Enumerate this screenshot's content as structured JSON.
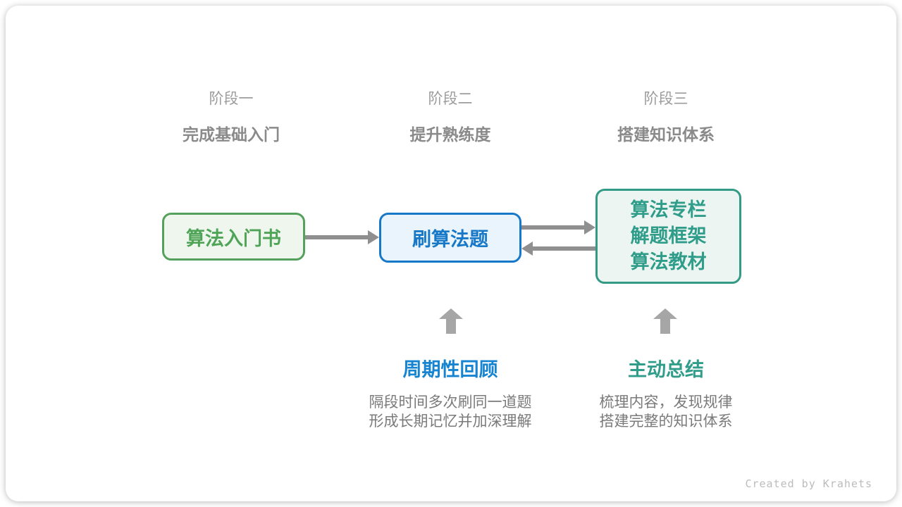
{
  "stages": [
    {
      "label": "阶段一",
      "title": "完成基础入门"
    },
    {
      "label": "阶段二",
      "title": "提升熟练度"
    },
    {
      "label": "阶段三",
      "title": "搭建知识体系"
    }
  ],
  "nodes": [
    {
      "id": "intro-book",
      "lines": [
        "算法入门书"
      ],
      "border_color": "#55a15c",
      "text_color": "#4fa457",
      "fill_color": "#eef6ee"
    },
    {
      "id": "practice-problems",
      "lines": [
        "刷算法题"
      ],
      "border_color": "#1878c8",
      "text_color": "#1878c8",
      "fill_color": "#eaf4fc"
    },
    {
      "id": "knowledge-sources",
      "lines": [
        "算法专栏",
        "解题框架",
        "算法教材"
      ],
      "border_color": "#339a85",
      "text_color": "#2f9d89",
      "fill_color": "#ecf5f1"
    }
  ],
  "connectors": {
    "horizontal_arrow_color": "#8f8f8f",
    "up_arrow_color": "#a6a6a6"
  },
  "annotations": [
    {
      "heading": "周期性回顾",
      "heading_color": "#1684d0",
      "lines": [
        "隔段时间多次刷同一道题",
        "形成长期记忆并加深理解"
      ]
    },
    {
      "heading": "主动总结",
      "heading_color": "#2f9d89",
      "lines": [
        "梳理内容，发现规律",
        "搭建完整的知识体系"
      ]
    }
  ],
  "footer": {
    "credit": "Created by Krahets"
  }
}
